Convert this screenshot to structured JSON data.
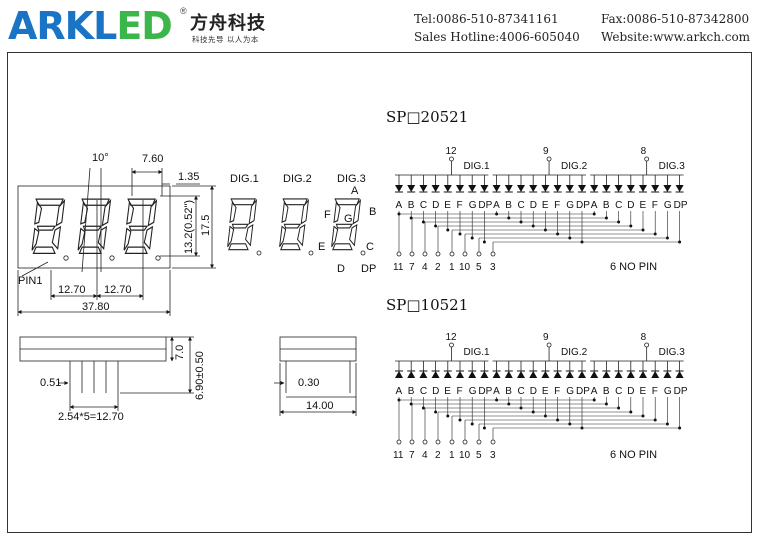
{
  "header": {
    "brand": "ARKLED",
    "brand_main": "ARKL",
    "brand_accent": "ED",
    "trademark": "®",
    "company_cn": "方舟科技",
    "slogan_cn": "科技先导  以人为本",
    "tel": "Tel:0086-510-87341161",
    "fax": "Fax:0086-510-87342800",
    "hotline": "Sales Hotline:4006-605040",
    "website": "Website:www.arkch.com"
  },
  "colors": {
    "brand_blue": "#1a74c6",
    "brand_green": "#3bb64a",
    "line": "#222222"
  },
  "front_view": {
    "dims": {
      "angle": "10°",
      "digit_width": "7.60",
      "dp_gap": "1.35",
      "digit_height": "13.2(0.52\")",
      "total_height": "17.5",
      "pitch_1": "12.70",
      "pitch_2": "12.70",
      "total_width": "37.80"
    },
    "pin1_label": "PIN1"
  },
  "digit_labels": {
    "dig1": "DIG.1",
    "dig2": "DIG.2",
    "dig3": "DIG.3"
  },
  "segment_labels": {
    "a": "A",
    "b": "B",
    "c": "C",
    "d": "D",
    "e": "E",
    "f": "F",
    "g": "G",
    "dp": "DP"
  },
  "side_view": {
    "height": "7.0",
    "pin_length": "6.90±0.50",
    "pin_width": "0.51",
    "pin_pitch": "2.54*5=12.70"
  },
  "end_view": {
    "thickness": "0.30",
    "depth": "14.00"
  },
  "circuits": [
    {
      "model": "SP□20521",
      "type": "common_anode",
      "commons": [
        {
          "pin": "12",
          "digit": "DIG.1"
        },
        {
          "pin": "9",
          "digit": "DIG.2"
        },
        {
          "pin": "8",
          "digit": "DIG.3"
        }
      ],
      "segments": [
        "A",
        "B",
        "C",
        "D",
        "E",
        "F",
        "G",
        "DP"
      ],
      "bottom_pins": [
        "11",
        "7",
        "4",
        "2",
        "1",
        "10",
        "5",
        "3"
      ],
      "no_pin_label": "6  NO  PIN"
    },
    {
      "model": "SP□10521",
      "type": "common_cathode",
      "commons": [
        {
          "pin": "12",
          "digit": "DIG.1"
        },
        {
          "pin": "9",
          "digit": "DIG.2"
        },
        {
          "pin": "8",
          "digit": "DIG.3"
        }
      ],
      "segments": [
        "A",
        "B",
        "C",
        "D",
        "E",
        "F",
        "G",
        "DP"
      ],
      "bottom_pins": [
        "11",
        "7",
        "4",
        "2",
        "1",
        "10",
        "5",
        "3"
      ],
      "no_pin_label": "6  NO  PIN"
    }
  ]
}
